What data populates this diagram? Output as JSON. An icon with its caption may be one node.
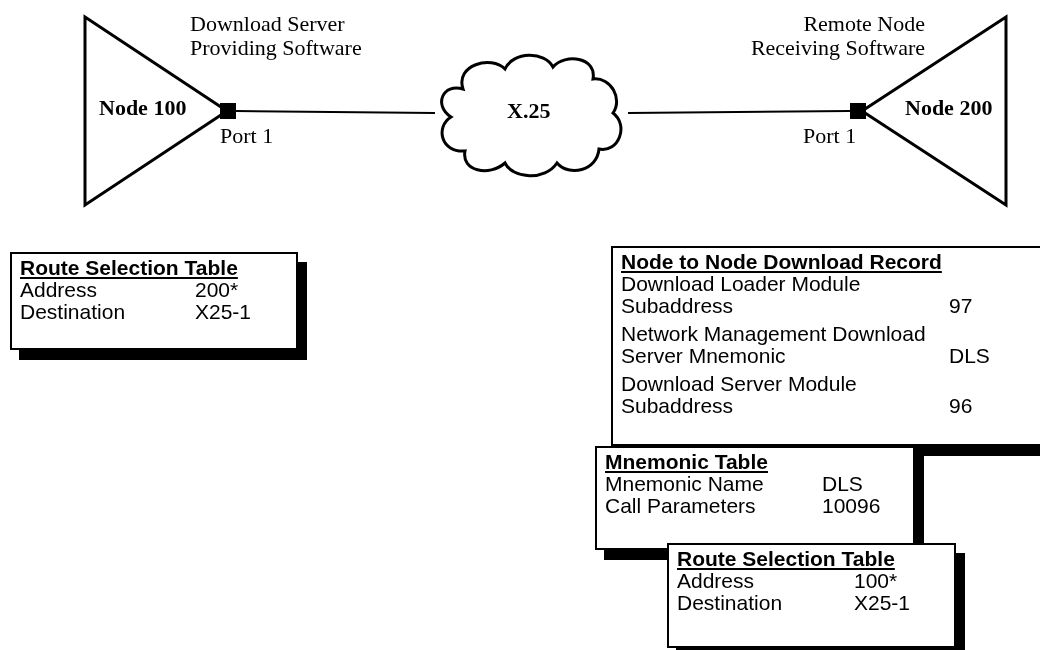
{
  "diagram": {
    "nodes": [
      {
        "text": [
          "Node 100"
        ],
        "beside": [
          "Download Server Providing Software"
        ]
      },
      {
        "text": [],
        "shape": "box",
        "beside": [
          "Port 1"
        ]
      },
      {
        "text": [
          "X.25"
        ]
      },
      {
        "text": [],
        "shape": "box",
        "beside": [
          "Port 1"
        ]
      },
      {
        "text": [
          "Node 200"
        ],
        "beside": [
          "Remote Node Receiving Software"
        ]
      },
      {
        "text": [
          "Route Selection Table",
          "Address",
          "200*",
          "Destination",
          "X25-1"
        ]
      },
      {
        "text": [
          "Node to Node Download Record",
          "Download Loader Module Subaddress",
          "97",
          "Network Management Download Server Mnemonic",
          "DLS",
          "Download Server Module Subaddress",
          "96"
        ]
      },
      {
        "text": [
          "Mnemonic Table",
          "Mnemonic Name",
          "DLS",
          "Call Parameters",
          "10096"
        ]
      },
      {
        "text": [
          "Route Selection Table",
          "Address",
          "100*",
          "Destination",
          "X25-1"
        ]
      }
    ],
    "edges": [
      {
        "from": 1,
        "to": 2,
        "arrow": "none"
      },
      {
        "from": 2,
        "to": 3,
        "arrow": "none"
      }
    ]
  }
}
